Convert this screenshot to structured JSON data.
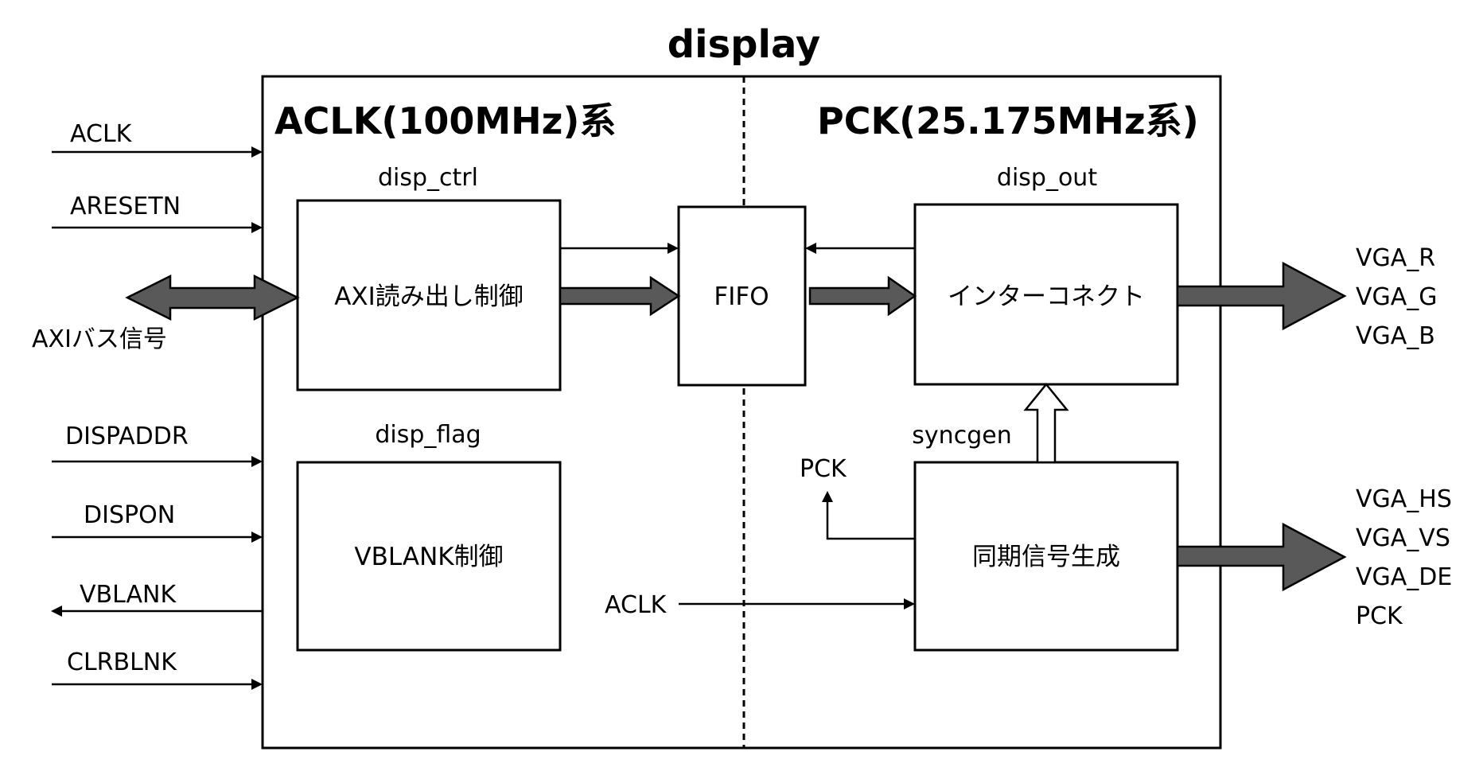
{
  "title": "display",
  "domains": {
    "left": "ACLK(100MHz)系",
    "right": "PCK(25.175MHz系)"
  },
  "blocks": {
    "disp_ctrl": {
      "name": "disp_ctrl",
      "text": "AXI読み出し制御"
    },
    "disp_flag": {
      "name": "disp_flag",
      "text": "VBLANK制御"
    },
    "fifo": {
      "text": "FIFO"
    },
    "disp_out": {
      "name": "disp_out",
      "text": "インターコネクト"
    },
    "syncgen": {
      "name": "syncgen",
      "text": "同期信号生成"
    }
  },
  "left_signals": {
    "aclk": "ACLK",
    "aresetn": "ARESETN",
    "axi_bus": "AXIバス信号",
    "dispaddr": "DISPADDR",
    "dispon": "DISPON",
    "vblank": "VBLANK",
    "clrblnk": "CLRBLNK"
  },
  "internal_signals": {
    "pck": "PCK",
    "aclk": "ACLK"
  },
  "right_outputs": {
    "rgb": [
      "VGA_R",
      "VGA_G",
      "VGA_B"
    ],
    "sync": [
      "VGA_HS",
      "VGA_VS",
      "VGA_DE",
      "PCK"
    ]
  }
}
